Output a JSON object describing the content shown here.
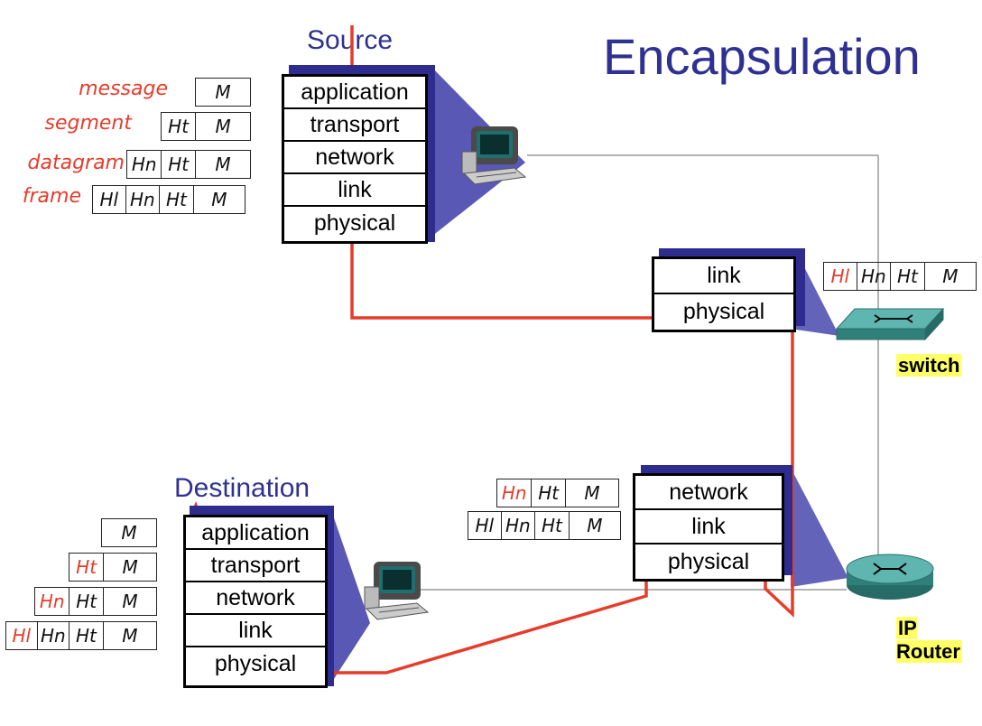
{
  "title": "Encapsulation",
  "source_label": "Source",
  "destination_label": "Destination",
  "switch_label": "switch",
  "router_label": "IP Router",
  "source_stack": [
    "application",
    "transport",
    "network",
    "link",
    "physical"
  ],
  "switch_stack": [
    "link",
    "physical"
  ],
  "router_stack": [
    "network",
    "link",
    "physical"
  ],
  "dest_stack": [
    "application",
    "transport",
    "network",
    "link",
    "physical"
  ],
  "pdu_names": {
    "message": "message",
    "segment": "segment",
    "datagram": "datagram",
    "frame": "frame"
  },
  "headers": {
    "M": "M",
    "Ht": "Ht",
    "Hn": "Hn",
    "Hl": "Hl"
  },
  "colors": {
    "title": "#2e3192",
    "header_highlight": "#e63c2a",
    "path": "#e63c2a",
    "stack_shadow": "#2e2d8f",
    "label_highlight": "#ffff66",
    "device": "#3a8f8f"
  },
  "icons": {
    "host": "computer-icon",
    "switch": "switch-icon",
    "router": "router-icon"
  }
}
